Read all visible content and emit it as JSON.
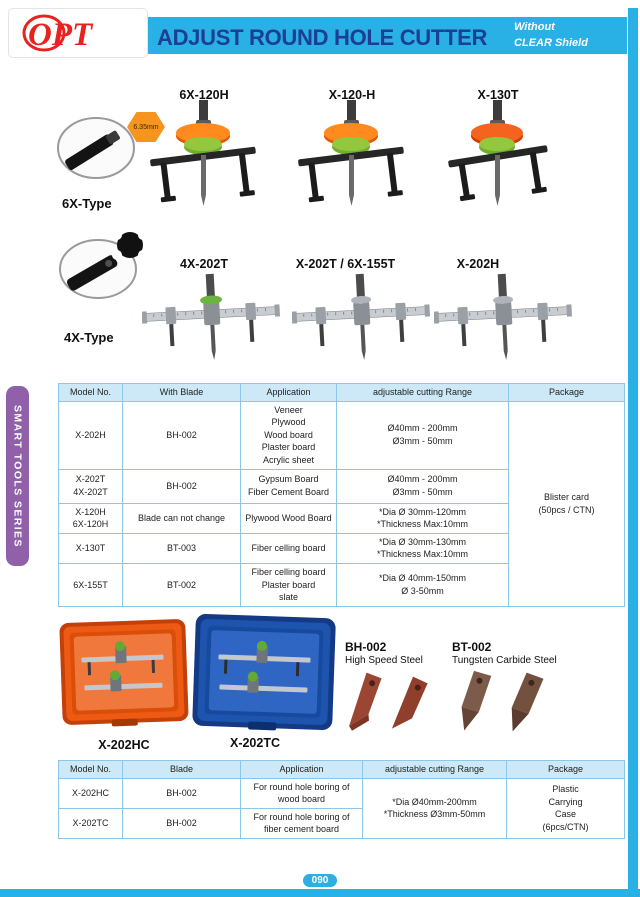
{
  "colors": {
    "accent_cyan": "#29b0e4",
    "title_blue": "#1c3e94",
    "logo_red": "#e8231f",
    "sidebar_purple": "#9061a8",
    "table_header_bg": "#cde8f6",
    "table_border": "#8cc7e9",
    "case_orange": "#ee5a13",
    "case_blue": "#1d54ae"
  },
  "header": {
    "logo_text": "OPT",
    "title": "ADJUST ROUND HOLE CUTTER",
    "subtitle": "Without\nCLEAR Shield"
  },
  "sidebar": {
    "label": "SMART TOOLS SERIES"
  },
  "section_6x": {
    "type_label": "6X-Type",
    "shank_callout": "6.35mm",
    "products": [
      {
        "label": "6X-120H"
      },
      {
        "label": "X-120-H"
      },
      {
        "label": "X-130T"
      }
    ]
  },
  "section_4x": {
    "type_label": "4X-Type",
    "products": [
      {
        "label": "4X-202T"
      },
      {
        "label": "X-202T / 6X-155T"
      },
      {
        "label": "X-202H"
      }
    ]
  },
  "table1": {
    "headers": [
      "Model No.",
      "With Blade",
      "Application",
      "adjustable cutting Range",
      "Package"
    ],
    "rows": [
      {
        "model": "X-202H",
        "blade": "BH-002",
        "application": "Veneer\nPlywood\nWood board\nPlaster board\nAcrylic sheet",
        "range": "Ø40mm - 200mm\nØ3mm - 50mm"
      },
      {
        "model": "X-202T\n4X-202T",
        "blade": "BH-002",
        "application": "Gypsum Board\nFiber Cement Board",
        "range": "Ø40mm - 200mm\nØ3mm - 50mm"
      },
      {
        "model": "X-120H\n6X-120H",
        "blade": "Blade can not change",
        "application": "Plywood Wood Board",
        "range": "*Dia Ø 30mm-120mm\n*Thickness Max:10mm"
      },
      {
        "model": "X-130T",
        "blade": "BT-003",
        "application": "Fiber celling board",
        "range": "*Dia Ø 30mm-130mm\n*Thickness Max:10mm"
      },
      {
        "model": "6X-155T",
        "blade": "BT-002",
        "application": "Fiber celling board\nPlaster board\nslate",
        "range": "*Dia Ø 40mm-150mm\nØ 3-50mm"
      }
    ],
    "package": "Blister card\n(50pcs / CTN)"
  },
  "case_section": {
    "cases": [
      {
        "label": "X-202HC"
      },
      {
        "label": "X-202TC"
      }
    ],
    "blades": [
      {
        "code": "BH-002",
        "name": "High Speed Steel"
      },
      {
        "code": "BT-002",
        "name": "Tungsten Carbide Steel"
      }
    ]
  },
  "table2": {
    "headers": [
      "Model No.",
      "Blade",
      "Application",
      "adjustable cutting Range",
      "Package"
    ],
    "rows": [
      {
        "model": "X-202HC",
        "blade": "BH-002",
        "application": "For round hole boring of\nwood board"
      },
      {
        "model": "X-202TC",
        "blade": "BH-002",
        "application": "For round hole boring of\nfiber cement board"
      }
    ],
    "range": "*Dia Ø40mm-200mm\n*Thickness Ø3mm-50mm",
    "package": "Plastic\nCarrying\nCase\n(6pcs/CTN)"
  },
  "footer": {
    "page_number": "090"
  }
}
